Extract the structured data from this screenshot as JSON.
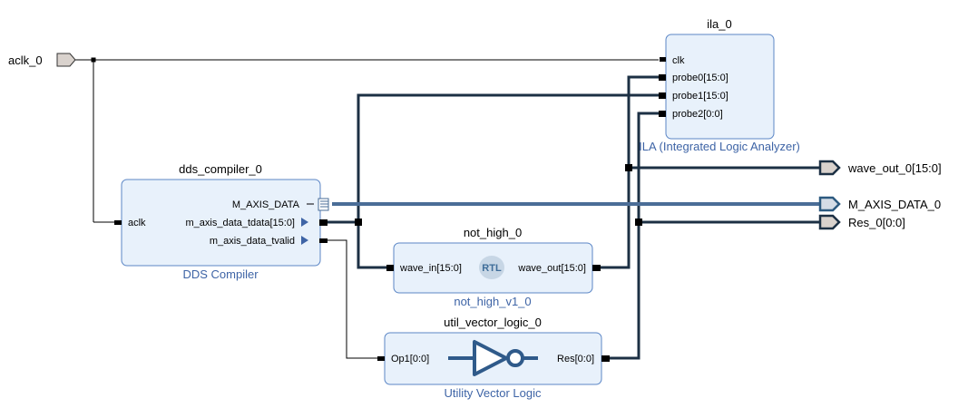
{
  "external_ports": {
    "aclk_0": "aclk_0",
    "wave_out_0": "wave_out_0[15:0]",
    "m_axis_data_0": "M_AXIS_DATA_0",
    "res_0": "Res_0[0:0]"
  },
  "ila": {
    "instance": "ila_0",
    "ip_name": "ILA (Integrated Logic Analyzer)",
    "pins": [
      "clk",
      "probe0[15:0]",
      "probe1[15:0]",
      "probe2[0:0]"
    ]
  },
  "dds": {
    "instance": "dds_compiler_0",
    "ip_name": "DDS Compiler",
    "pin_aclk": "aclk",
    "pin_axis": "M_AXIS_DATA",
    "pin_tdata": "m_axis_data_tdata[15:0]",
    "pin_tvalid": "m_axis_data_tvalid"
  },
  "not_high": {
    "instance": "not_high_0",
    "ip_name": "not_high_v1_0",
    "pin_in": "wave_in[15:0]",
    "pin_out": "wave_out[15:0]",
    "badge": "RTL"
  },
  "uvl": {
    "instance": "util_vector_logic_0",
    "ip_name": "Utility Vector Logic",
    "pin_in": "Op1[0:0]",
    "pin_out": "Res[0:0]"
  },
  "colors": {
    "block_fill": "#e8f1fb",
    "block_border": "#5b86c6",
    "bus_wire": "#1c3044",
    "axi_wire": "#4a6d97",
    "ip_name_text": "#3e64a6"
  }
}
